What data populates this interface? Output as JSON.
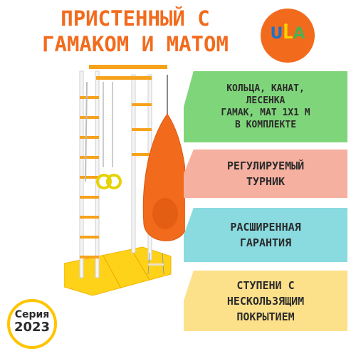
{
  "title": {
    "line1": "ПРИСТЕННЫЙ С",
    "line2": "ГАМАКОМ И МАТОМ"
  },
  "logo": {
    "u": "U",
    "l": "L",
    "a": "A",
    "color": "#f26b1d"
  },
  "features": [
    {
      "text": "КОЛЬЦА, КАНАТ,\nЛЕСЕНКА\nГАМАК, МАТ 1Х1 М\nВ КОМПЛЕКТЕ",
      "color": "#7fd67a"
    },
    {
      "text": "РЕГУЛИРУЕМЫЙ\nТУРНИК",
      "color": "#f5b0a0"
    },
    {
      "text": "РАСШИРЕННАЯ\nГАРАНТИЯ",
      "color": "#89dbe0"
    },
    {
      "text": "СТУПЕНИ С\nНЕСКОЛЬЗЯЩИМ\nПОКРЫТИЕМ",
      "color": "#fde08a"
    }
  ],
  "badge": {
    "label": "Серия",
    "year": "2023"
  },
  "colors": {
    "accent": "#f26b1d",
    "step": "#f7a21b",
    "mat": "#ffd21a",
    "hammock": "#f26b1d"
  }
}
